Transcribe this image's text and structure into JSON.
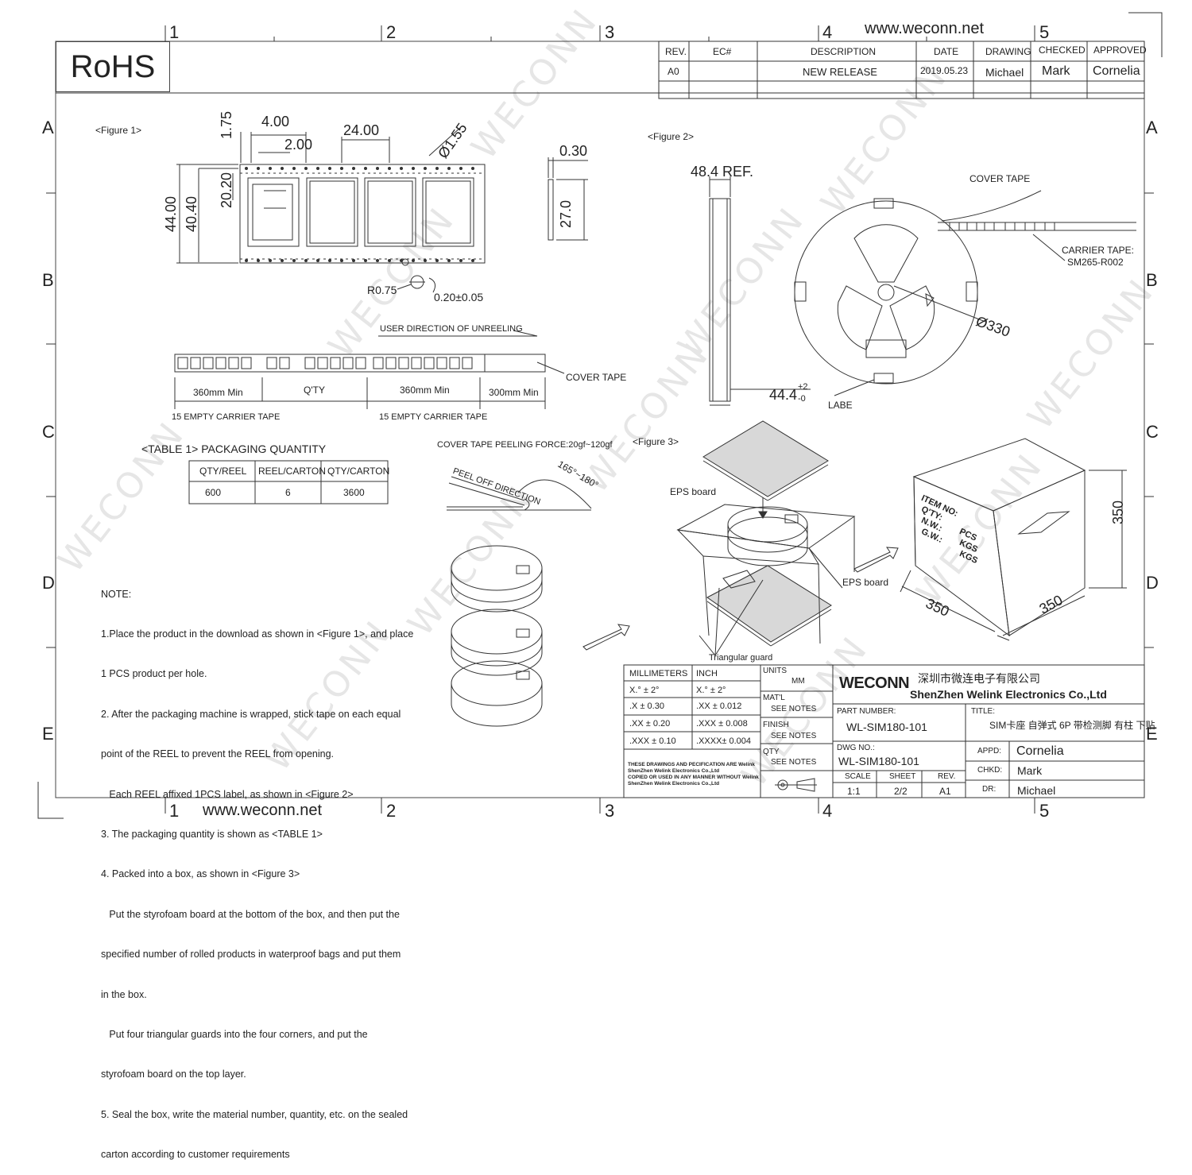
{
  "website": "www.weconn.net",
  "watermark": "WECONN",
  "rohs": "RoHS",
  "grid": {
    "columns": [
      "1",
      "2",
      "3",
      "4",
      "5"
    ],
    "rows": [
      "A",
      "B",
      "C",
      "D",
      "E"
    ]
  },
  "revision_table": {
    "headers": [
      "REV.",
      "EC#",
      "DESCRIPTION",
      "DATE",
      "DRAWING",
      "CHECKED",
      "APPROVED"
    ],
    "row": [
      "A0",
      "",
      "NEW RELEASE",
      "2019.05.23",
      "Michael",
      "Mark",
      "Cornelia"
    ]
  },
  "figure1": {
    "label": "<Figure 1>",
    "dims": {
      "d175": "1.75",
      "d400": "4.00",
      "d200": "2.00",
      "d2400": "24.00",
      "d155": "Ø1.55",
      "d2020": "20.20",
      "d4400": "44.00",
      "d4040": "40.40",
      "d030": "0.30",
      "d270": "27.0",
      "r075": "R0.75",
      "d020": "0.20±0.05"
    }
  },
  "unreeling": {
    "direction": "USER DIRECTION OF UNREELING",
    "cover_tape": "COVER TAPE",
    "seg1": "360mm  Min",
    "seg2": "Q'TY",
    "seg3": "360mm Min",
    "seg4": "300mm Min",
    "empty1": "15 EMPTY CARRIER TAPE",
    "empty2": "15 EMPTY CARRIER TAPE"
  },
  "table1": {
    "title": "<TABLE 1> PACKAGING QUANTITY",
    "headers": [
      "QTY/REEL",
      "REEL/CARTON",
      "QTY/CARTON"
    ],
    "values": [
      "600",
      "6",
      "3600"
    ]
  },
  "peeling": {
    "force": "COVER TAPE PEELING FORCE:20gf~120gf",
    "direction": "PEEL OFF DIRECTION",
    "angle": "165°~180°"
  },
  "figure2": {
    "label": "<Figure 2>",
    "ref": "48.4 REF.",
    "cover_tape": "COVER TAPE",
    "carrier_tape": "CARRIER TAPE:",
    "carrier_code": "SM265-R002",
    "diameter": "Ø330",
    "width": "44.4",
    "tol_plus": "+2",
    "tol_minus": "-0",
    "label_text": "LABE"
  },
  "figure3": {
    "label": "<Figure 3>",
    "eps_top": "EPS board",
    "eps_bottom": "EPS board",
    "guard": "Triangular guard",
    "dim_h": "350",
    "dim_l": "350",
    "dim_w": "350",
    "box_fields": [
      "ITEM NO:",
      "Q'TY:",
      "N.W.:",
      "G.W.:"
    ],
    "box_units": [
      "PCS",
      "KGS",
      "KGS"
    ]
  },
  "notes": [
    "NOTE:",
    "1.Place the product in the download as shown in <Figure 1>, and place",
    "1 PCS product per hole.",
    "2. After the packaging machine is wrapped, stick tape on each equal",
    "point of the REEL to prevent the REEL from opening.",
    "   Each REEL affixed 1PCS label, as shown in <Figure 2>",
    "3. The packaging quantity is shown as <TABLE 1>",
    "4. Packed into a box, as shown in <Figure 3>",
    "   Put the styrofoam board at the bottom of the box, and then put the",
    "specified number of rolled products in waterproof bags and put them",
    "in the box.",
    "   Put four triangular guards into the four corners, and put the",
    "styrofoam board on the top layer.",
    "5. Seal the box, write the material number, quantity, etc. on the sealed",
    "carton according to customer requirements"
  ],
  "title_block": {
    "mm": "MILLIMETERS",
    "inch": "INCH",
    "tol_rows": [
      [
        "X.°  ±  2°",
        "X.°  ±  2°"
      ],
      [
        ".X   ± 0.30",
        ".XX  ± 0.012"
      ],
      [
        ".XX  ± 0.20",
        ".XXX  ± 0.008"
      ],
      [
        ".XXX ± 0.10",
        ".XXXX± 0.004"
      ]
    ],
    "units_label": "UNITS",
    "units_value": "MM",
    "matl_label": "MAT'L",
    "finish_label": "FINISH",
    "qty_label": "QTY",
    "see_notes": "SEE NOTES",
    "company_logo": "WECONN",
    "company_cn": "深圳市微连电子有限公司",
    "company_en": "ShenZhen Welink Electronics Co.,Ltd",
    "part_label": "PART NUMBER:",
    "part_value": "WL-SIM180-101",
    "title_label": "TITLE:",
    "title_value": "SIM卡座 自弹式 6P 带检测脚 有柱 下贴",
    "dwg_label": "DWG NO.:",
    "dwg_value": "WL-SIM180-101",
    "appd_label": "APPD:",
    "appd_value": "Cornelia",
    "chkd_label": "CHKD:",
    "chkd_value": "Mark",
    "dr_label": "DR:",
    "dr_value": "Michael",
    "scale_label": "SCALE",
    "sheet_label": "SHEET",
    "rev_label": "REV.",
    "scale_value": "1:1",
    "sheet_value": "2/2",
    "rev_value": "A1",
    "disclaimer": [
      "THESE DRAWINGS AND PECIFICATION  ARE Welink",
      "ShenZhen Welink Electronics Co.,Ltd",
      " COPIED OR USED IN ANY MANNER WITHOUT Welink",
      "ShenZhen Welink Electronics Co.,Ltd"
    ]
  }
}
